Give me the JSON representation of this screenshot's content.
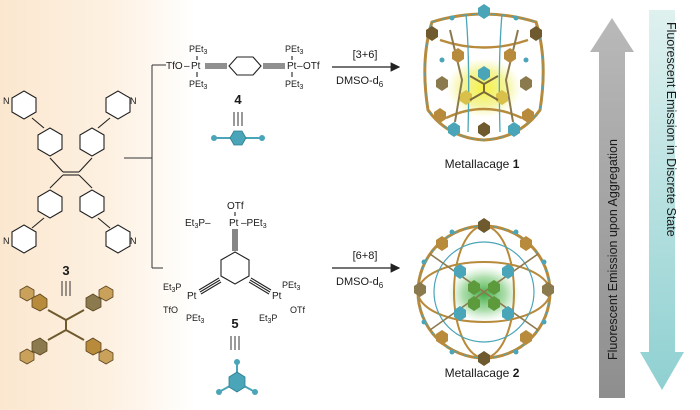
{
  "compounds": {
    "c3": {
      "number": "3",
      "ring_atom": "N"
    },
    "c4": {
      "number": "4",
      "left_label": "TfO",
      "right_label": "OTf",
      "metal": "Pt",
      "ligand": "PEt3"
    },
    "c5": {
      "number": "5",
      "top_label": "OTf",
      "metal": "Pt",
      "left_phos": "Et3P",
      "right_phos": "PEt3",
      "ligand": "PEt3",
      "tf_left": "TfO",
      "tf_right": "OTf"
    }
  },
  "reactions": [
    {
      "ratio": "[3+6]",
      "solvent": "DMSO-d",
      "solvent_sub": "6"
    },
    {
      "ratio": "[6+8]",
      "solvent": "DMSO-d",
      "solvent_sub": "6"
    }
  ],
  "products": [
    {
      "name": "Metallacage",
      "number": "1"
    },
    {
      "name": "Metallacage",
      "number": "2"
    }
  ],
  "side_labels": {
    "up_arrow": "Fluorescent Emission upon Aggregation",
    "down_arrow": "Fluorescent Emission in Discrete State"
  },
  "colors": {
    "gold": "#b88a3c",
    "dark_gold": "#6e5a2e",
    "teal": "#4aa5b8",
    "yellow_glow": "#f3ef3c",
    "green_glow": "#3fa63f",
    "gray_arrow": "#9a9a9a",
    "teal_arrow": "#a8d8d8"
  }
}
